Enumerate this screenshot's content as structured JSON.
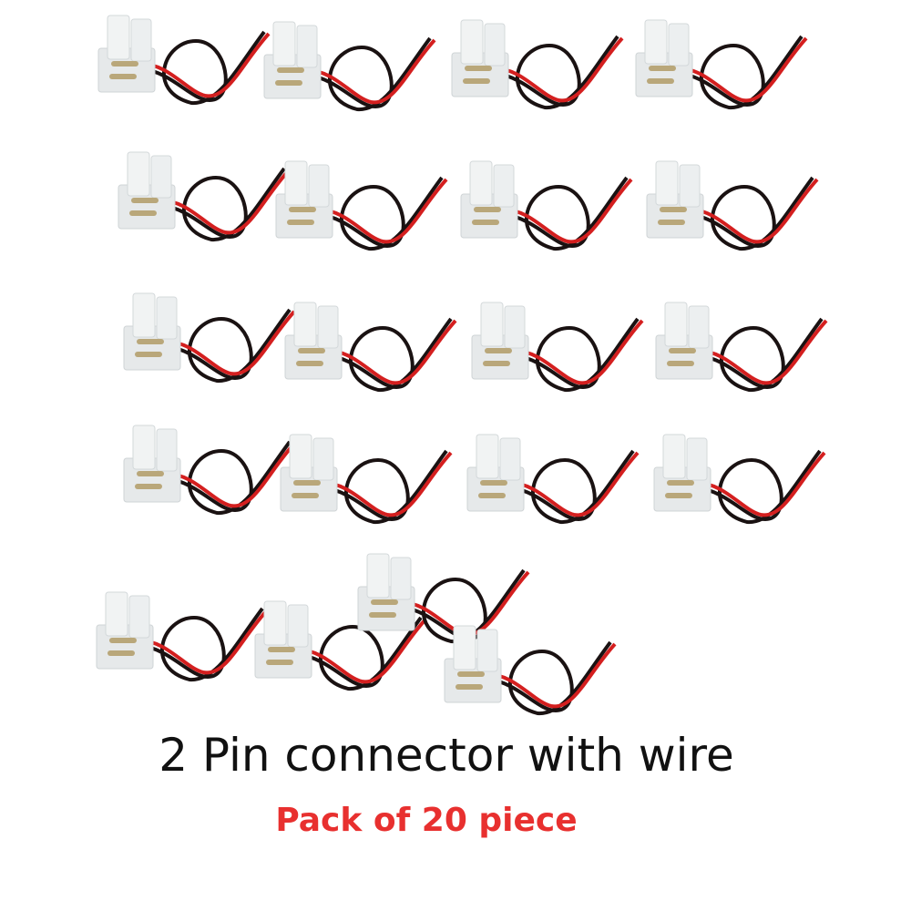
{
  "title": "2 Pin connector with wire",
  "subtitle": "Pack of 20 piece",
  "colors": {
    "subtitle": "#e8302f",
    "wire_red": "#d41f1f",
    "wire_black": "#1a1212",
    "connector": "#eef0f0"
  },
  "product": {
    "name": "2-pin-connector-with-wire",
    "count": 20
  }
}
